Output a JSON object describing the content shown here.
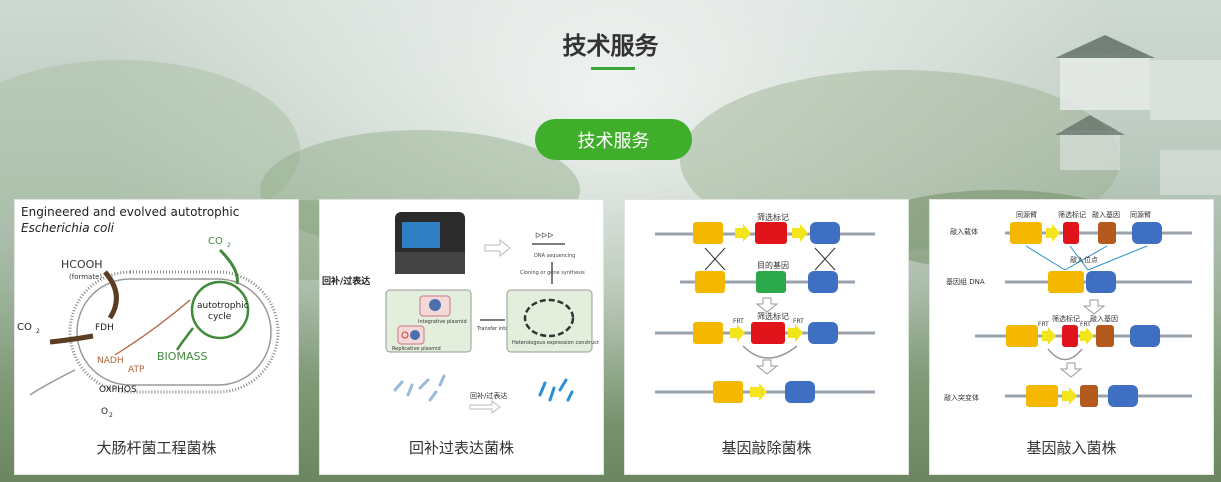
{
  "section": {
    "title": "技术服务"
  },
  "tab": {
    "label": "技术服务"
  },
  "cards": [
    {
      "label": "大肠杆菌工程菌株",
      "figure": {
        "title_line1": "Engineered and evolved autotrophic",
        "title_line2": "Escherichia coli",
        "hcooh": "HCOOH",
        "formate": "(formate)",
        "co2_top": "CO",
        "co2_left": "CO",
        "fdh": "FDH",
        "nadh": "NADH",
        "atp": "ATP",
        "oxphos": "OXPHOS",
        "o2": "O",
        "cycle_line1": "autotrophic",
        "cycle_line2": "cycle",
        "biomass": "BIOMASS",
        "sub2": "2"
      }
    },
    {
      "label": "回补过表达菌株",
      "figure": {
        "left_label": "回补/过表达",
        "dna_seq": "DNA sequencing",
        "cloning": "Cloning or gene synthesis",
        "integrative": "Integrative plasmid",
        "replicative": "Replicative plasmid",
        "transfer": "Transfer into bacterial host",
        "expression": "Heterologous expression construct",
        "bottom_label": "回补/过表达"
      }
    },
    {
      "label": "基因敲除菌株",
      "figure": {
        "marker": "筛选标记",
        "target_gene": "目的基因",
        "frt_left": "FRT",
        "marker2": "筛选标记",
        "frt_right": "FRT"
      }
    },
    {
      "label": "基因敲入菌株",
      "figure": {
        "vector": "敲入载体",
        "homology_left": "同源臂",
        "marker": "筛选标记",
        "knockin_gene": "敲入基因",
        "homology_right": "同源臂",
        "site": "敲入位点",
        "genome": "基因组 DNA",
        "frt_left": "FRT",
        "marker2": "筛选标记",
        "knockin_gene2": "敲入基因",
        "frt_right": "FRT",
        "mutant": "敲入突变体"
      }
    }
  ]
}
